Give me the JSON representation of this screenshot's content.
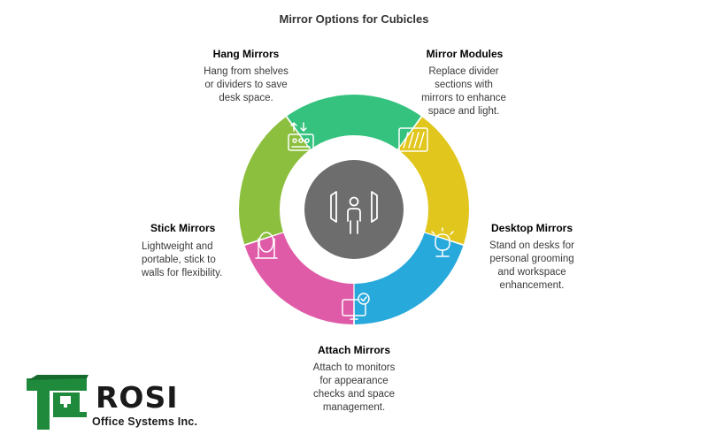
{
  "title": "Mirror Options for Cubicles",
  "colors": {
    "hang": "#8dbf3f",
    "modules": "#34c27e",
    "desktop": "#e1c61d",
    "attach": "#27a9dc",
    "stick": "#df5ba8",
    "hub": "#6d6d6d",
    "logo_green": "#1f8a3c"
  },
  "segments": [
    {
      "key": "hang",
      "title": "Hang Mirrors",
      "description": "Hang from shelves or dividers to save desk space.",
      "icon": "shelf-rack-icon"
    },
    {
      "key": "modules",
      "title": "Mirror Modules",
      "description": "Replace divider sections with mirrors to enhance space and light.",
      "icon": "mirror-panels-icon"
    },
    {
      "key": "desktop",
      "title": "Desktop Mirrors",
      "description": "Stand on desks for personal grooming and workspace enhancement.",
      "icon": "desk-mirror-icon"
    },
    {
      "key": "attach",
      "title": "Attach Mirrors",
      "description": "Attach to monitors for appearance checks and space management.",
      "icon": "monitor-check-icon"
    },
    {
      "key": "stick",
      "title": "Stick Mirrors",
      "description": "Lightweight and portable, stick to walls for flexibility.",
      "icon": "oval-mirror-icon"
    }
  ],
  "hub_icon": "person-mirror-icon",
  "logo": {
    "name": "ROSI",
    "subtitle": "Office Systems Inc."
  }
}
